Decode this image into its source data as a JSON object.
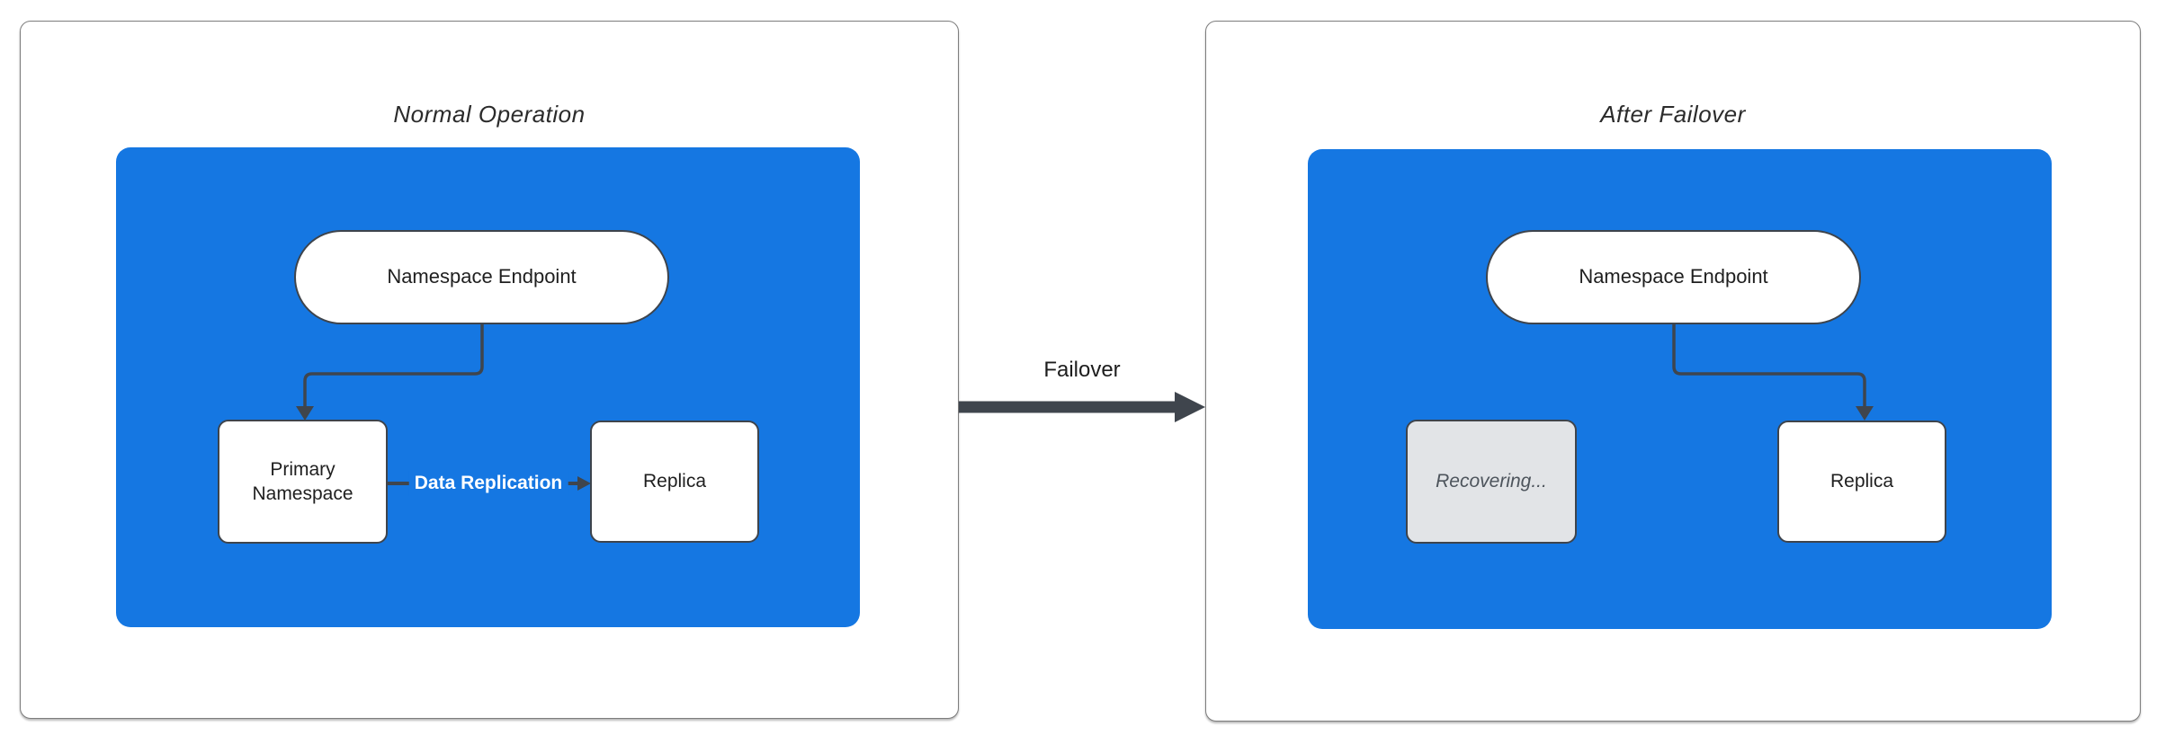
{
  "colors": {
    "blue": "#1577E2",
    "node_border": "#3E444C",
    "connector": "#3F454D",
    "recovering_bg": "#E2E4E7",
    "recovering_text": "#4D545C",
    "panel_border": "#7D7D7D",
    "title_text": "#2B2B2B",
    "label_white": "#FFFFFF"
  },
  "panels": [
    {
      "title": "Normal Operation",
      "endpoint_label": "Namespace Endpoint",
      "primary_label": "Primary Namespace",
      "replica_label": "Replica",
      "replication_label": "Data Replication"
    },
    {
      "title": "After Failover",
      "endpoint_label": "Namespace Endpoint",
      "recovering_label": "Recovering...",
      "replica_label": "Replica"
    }
  ],
  "failover_label": "Failover"
}
